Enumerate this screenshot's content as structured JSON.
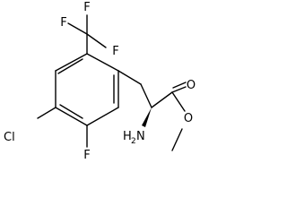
{
  "structure": {
    "atoms": {
      "f_top": "F",
      "f_left": "F",
      "f_right": "F",
      "cl": "Cl",
      "f_ring": "F",
      "amine_h": "H",
      "amine_sub": "2",
      "amine_n": "N",
      "ester_o_double": "O",
      "ester_o_single": "O"
    }
  }
}
